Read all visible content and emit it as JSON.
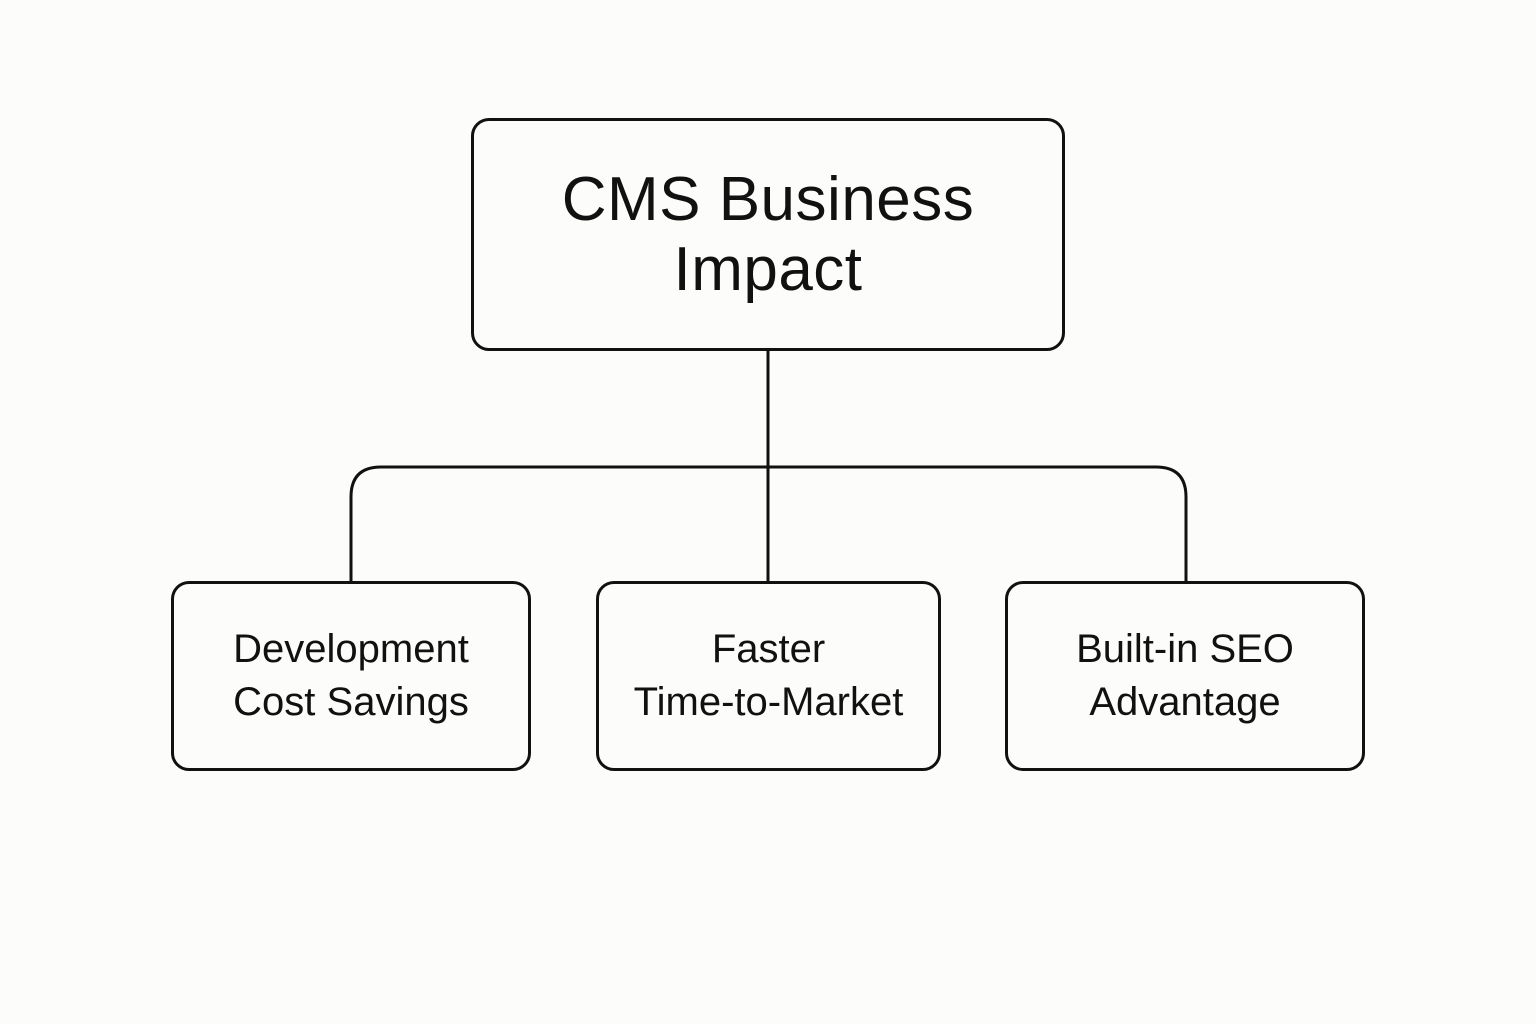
{
  "diagram": {
    "root": {
      "lines": [
        "CMS Business",
        "Impact"
      ]
    },
    "children": [
      {
        "lines": [
          "Development",
          "Cost Savings"
        ]
      },
      {
        "lines": [
          "Faster",
          "Time-to-Market"
        ]
      },
      {
        "lines": [
          "Built-in SEO",
          "Advantage"
        ]
      }
    ],
    "colors": {
      "background": "#fcfcfa",
      "stroke": "#111111",
      "text": "#111111"
    }
  }
}
